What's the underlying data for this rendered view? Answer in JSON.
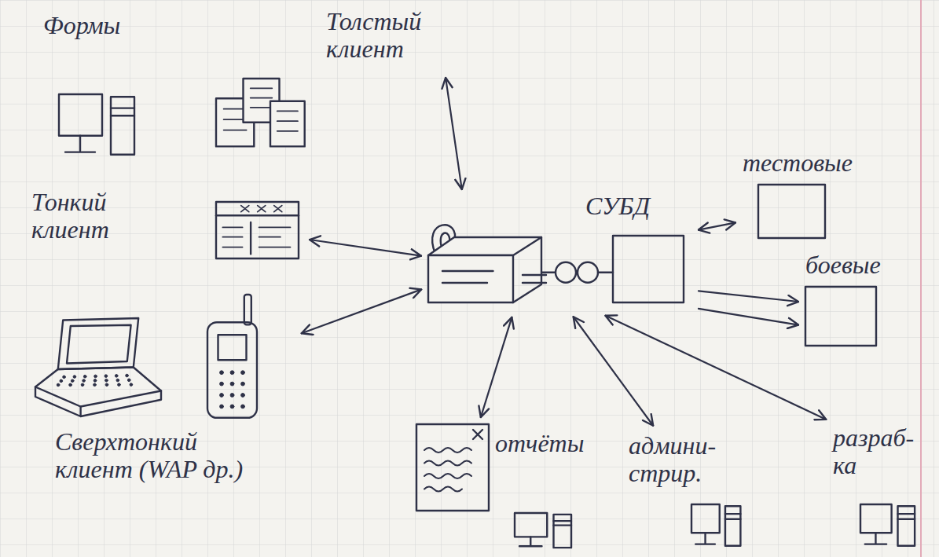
{
  "diagram": {
    "nodes": [
      {
        "text": [
          "Формы"
        ]
      },
      {
        "text": [
          "Толстый клиент"
        ]
      },
      {
        "text": [
          "Тонкий клиент"
        ]
      },
      {
        "text": [
          "Сверхтонкий клиент (WAP др.)"
        ]
      },
      {
        "text": [
          "СУБД"
        ]
      },
      {
        "text": [
          "тестовые"
        ]
      },
      {
        "text": [
          "боевые"
        ]
      },
      {
        "text": [
          "отчёты"
        ]
      },
      {
        "text": [
          "админи- стрир."
        ]
      },
      {
        "text": [
          "разраб- ка"
        ]
      }
    ],
    "edges": [
      {
        "from": 1,
        "to": 4,
        "arrow": "both"
      },
      {
        "from": 2,
        "to": 4,
        "arrow": "both"
      },
      {
        "from": 3,
        "to": 4,
        "arrow": "both"
      },
      {
        "from": 7,
        "to": 4,
        "arrow": "both"
      },
      {
        "from": 8,
        "to": 4,
        "arrow": "both"
      },
      {
        "from": 9,
        "to": 4,
        "arrow": "both"
      },
      {
        "from": 4,
        "to": 5,
        "arrow": "both"
      },
      {
        "from": 4,
        "to": 6,
        "arrow": "to"
      },
      {
        "from": 4,
        "to": 6,
        "arrow": "to"
      }
    ]
  }
}
